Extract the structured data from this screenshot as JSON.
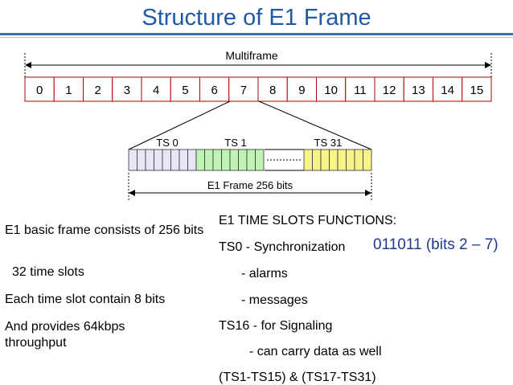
{
  "title": "Structure of E1 Frame",
  "multiframe_label": "Multiframe",
  "multiframe_cells": [
    "0",
    "1",
    "2",
    "3",
    "4",
    "5",
    "6",
    "7",
    "8",
    "9",
    "10",
    "11",
    "12",
    "13",
    "14",
    "15"
  ],
  "highlight_cell_index": 7,
  "frame_labels": {
    "ts0": "TS 0",
    "ts1": "TS 1",
    "ts31": "TS 31"
  },
  "frame_bits_label": "E1 Frame 256 bits",
  "colors": {
    "title": "#1f5aa6",
    "ts0": "#e6e6f7",
    "ts1": "#bff2b3",
    "ts31": "#f7f28a",
    "cell_border": "#b00000"
  },
  "left_text": [
    "E1 basic frame consists of 256 bits",
    "32 time slots",
    "Each time slot contain 8 bits",
    "And provides 64kbps throughput"
  ],
  "right_text": {
    "heading": "E1 TIME SLOTS FUNCTIONS:",
    "ts0": "TS0 - Synchronization",
    "alarms": "- alarms",
    "messages": "- messages",
    "ts16": "TS16 - for Signaling",
    "carry": "- can carry data as well",
    "range": "(TS1-TS15) & (TS17-TS31)"
  },
  "sync_bits": "011011 (bits 2 – 7)"
}
